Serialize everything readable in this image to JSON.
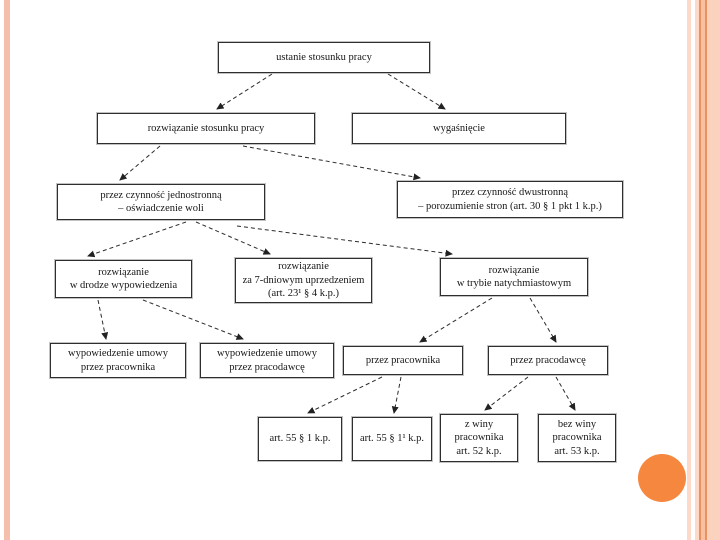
{
  "slide": {
    "type": "presentation-slide-flowchart",
    "background_color": "#ffffff",
    "accent_circle_color": "#f6873e",
    "stripe_colors": [
      "#f6bfab",
      "#fcd9c8",
      "#e8935e",
      "#f9c0a4",
      "#fbd2be"
    ],
    "connector_style": "dashed-arrow"
  },
  "diagram": {
    "nodes": [
      {
        "id": "root",
        "lines": [
          "ustanie stosunku pracy"
        ]
      },
      {
        "id": "rozwiazanie",
        "lines": [
          "rozwiązanie stosunku pracy"
        ]
      },
      {
        "id": "wygasniecie",
        "lines": [
          "wygaśnięcie"
        ]
      },
      {
        "id": "jednostronna",
        "lines": [
          "przez czynność jednostronną",
          "– oświadczenie woli"
        ]
      },
      {
        "id": "dwustronna",
        "lines": [
          "przez czynność dwustronną",
          "– porozumienie stron (art. 30 § 1 pkt 1 k.p.)"
        ]
      },
      {
        "id": "wypowiedzenie",
        "lines": [
          "rozwiązanie",
          "w drodze wypowiedzenia"
        ]
      },
      {
        "id": "uprzedzenie",
        "lines": [
          "rozwiązanie",
          "za 7-dniowym uprzedzeniem",
          "(art. 23¹ § 4 k.p.)"
        ]
      },
      {
        "id": "natychmiastowe",
        "lines": [
          "rozwiązanie",
          "w trybie natychmiastowym"
        ]
      },
      {
        "id": "wyp-pracownik",
        "lines": [
          "wypowiedzenie umowy",
          "przez pracownika"
        ]
      },
      {
        "id": "wyp-pracodawca",
        "lines": [
          "wypowiedzenie umowy",
          "przez pracodawcę"
        ]
      },
      {
        "id": "przez-pracownika",
        "lines": [
          "przez pracownika"
        ]
      },
      {
        "id": "przez-pracodawce",
        "lines": [
          "przez pracodawcę"
        ]
      },
      {
        "id": "art55-1",
        "lines": [
          "art. 55 § 1 k.p."
        ]
      },
      {
        "id": "art55-11",
        "lines": [
          "art. 55 § 1¹ k.p."
        ]
      },
      {
        "id": "z-winy",
        "lines": [
          "z winy",
          "pracownika",
          "art. 52 k.p."
        ]
      },
      {
        "id": "bez-winy",
        "lines": [
          "bez winy",
          "pracownika",
          "art. 53 k.p."
        ]
      }
    ],
    "edges": [
      {
        "from": "root",
        "to": "rozwiazanie"
      },
      {
        "from": "root",
        "to": "wygasniecie"
      },
      {
        "from": "rozwiazanie",
        "to": "jednostronna"
      },
      {
        "from": "rozwiazanie",
        "to": "dwustronna"
      },
      {
        "from": "jednostronna",
        "to": "wypowiedzenie"
      },
      {
        "from": "jednostronna",
        "to": "uprzedzenie"
      },
      {
        "from": "jednostronna",
        "to": "natychmiastowe"
      },
      {
        "from": "wypowiedzenie",
        "to": "wyp-pracownik"
      },
      {
        "from": "wypowiedzenie",
        "to": "wyp-pracodawca"
      },
      {
        "from": "natychmiastowe",
        "to": "przez-pracownika"
      },
      {
        "from": "natychmiastowe",
        "to": "przez-pracodawce"
      },
      {
        "from": "przez-pracownika",
        "to": "art55-1"
      },
      {
        "from": "przez-pracownika",
        "to": "art55-11"
      },
      {
        "from": "przez-pracodawce",
        "to": "z-winy"
      },
      {
        "from": "przez-pracodawce",
        "to": "bez-winy"
      }
    ]
  }
}
